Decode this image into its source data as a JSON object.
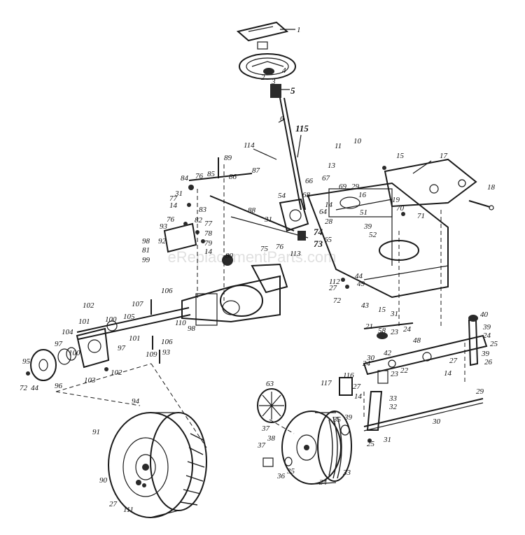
{
  "watermark": "eReplacementParts.com",
  "colors": {
    "ink": "#1a1a1a",
    "paper": "#ffffff",
    "watermark": "#c8c8c8"
  },
  "callouts": [
    {
      "id": "c1",
      "text": "1"
    },
    {
      "id": "c2",
      "text": "2"
    },
    {
      "id": "c3",
      "text": "3"
    },
    {
      "id": "c4",
      "text": "4"
    },
    {
      "id": "c5",
      "text": "5"
    },
    {
      "id": "c6",
      "text": "6"
    },
    {
      "id": "c115",
      "text": "115"
    },
    {
      "id": "c114",
      "text": "114"
    },
    {
      "id": "c11",
      "text": "11"
    },
    {
      "id": "c10",
      "text": "10"
    },
    {
      "id": "c15a",
      "text": "15"
    },
    {
      "id": "c17",
      "text": "17"
    },
    {
      "id": "c89",
      "text": "89"
    },
    {
      "id": "c84",
      "text": "84"
    },
    {
      "id": "c76a",
      "text": "76"
    },
    {
      "id": "c85",
      "text": "85"
    },
    {
      "id": "c86",
      "text": "86"
    },
    {
      "id": "c87",
      "text": "87"
    },
    {
      "id": "c13",
      "text": "13"
    },
    {
      "id": "c67",
      "text": "67"
    },
    {
      "id": "c69",
      "text": "69"
    },
    {
      "id": "c29a",
      "text": "29"
    },
    {
      "id": "c66",
      "text": "66"
    },
    {
      "id": "c16",
      "text": "16"
    },
    {
      "id": "c18",
      "text": "18"
    },
    {
      "id": "c19",
      "text": "19"
    },
    {
      "id": "c70",
      "text": "70"
    },
    {
      "id": "c71",
      "text": "71"
    },
    {
      "id": "c77a",
      "text": "77"
    },
    {
      "id": "c31a",
      "text": "31"
    },
    {
      "id": "c14a",
      "text": "14"
    },
    {
      "id": "c83",
      "text": "83"
    },
    {
      "id": "c88",
      "text": "88"
    },
    {
      "id": "c54",
      "text": "54"
    },
    {
      "id": "c68",
      "text": "68"
    },
    {
      "id": "c14b",
      "text": "14"
    },
    {
      "id": "c64",
      "text": "64"
    },
    {
      "id": "c51",
      "text": "51"
    },
    {
      "id": "c28",
      "text": "28"
    },
    {
      "id": "c76b",
      "text": "76"
    },
    {
      "id": "c82",
      "text": "82"
    },
    {
      "id": "c93a",
      "text": "93"
    },
    {
      "id": "c77b",
      "text": "77"
    },
    {
      "id": "c78",
      "text": "78"
    },
    {
      "id": "c31b",
      "text": "31"
    },
    {
      "id": "c74",
      "text": "74"
    },
    {
      "id": "c39a",
      "text": "39"
    },
    {
      "id": "c52",
      "text": "52"
    },
    {
      "id": "c98a",
      "text": "98"
    },
    {
      "id": "c92",
      "text": "92"
    },
    {
      "id": "c79",
      "text": "79"
    },
    {
      "id": "c81",
      "text": "81"
    },
    {
      "id": "c14c",
      "text": "14"
    },
    {
      "id": "c75",
      "text": "75"
    },
    {
      "id": "c76c",
      "text": "76"
    },
    {
      "id": "c113",
      "text": "113"
    },
    {
      "id": "c73",
      "text": "73"
    },
    {
      "id": "c65",
      "text": "65"
    },
    {
      "id": "c99",
      "text": "99"
    },
    {
      "id": "c80",
      "text": "80"
    },
    {
      "id": "c112",
      "text": "112"
    },
    {
      "id": "c44a",
      "text": "44"
    },
    {
      "id": "c27a",
      "text": "27"
    },
    {
      "id": "c49",
      "text": "49"
    },
    {
      "id": "c72a",
      "text": "72"
    },
    {
      "id": "c43",
      "text": "43"
    },
    {
      "id": "c106a",
      "text": "106"
    },
    {
      "id": "c107",
      "text": "107"
    },
    {
      "id": "c102a",
      "text": "102"
    },
    {
      "id": "c100a",
      "text": "100"
    },
    {
      "id": "c105",
      "text": "105"
    },
    {
      "id": "c110",
      "text": "110"
    },
    {
      "id": "c98b",
      "text": "98"
    },
    {
      "id": "c15b",
      "text": "15"
    },
    {
      "id": "c31c",
      "text": "31"
    },
    {
      "id": "c40",
      "text": "40"
    },
    {
      "id": "c101a",
      "text": "101"
    },
    {
      "id": "c21",
      "text": "21"
    },
    {
      "id": "c58",
      "text": "58"
    },
    {
      "id": "c23a",
      "text": "23"
    },
    {
      "id": "c39b",
      "text": "39"
    },
    {
      "id": "c24a",
      "text": "24"
    },
    {
      "id": "c48",
      "text": "48"
    },
    {
      "id": "c104",
      "text": "104"
    },
    {
      "id": "c97a",
      "text": "97"
    },
    {
      "id": "c101b",
      "text": "101"
    },
    {
      "id": "c106b",
      "text": "106"
    },
    {
      "id": "c24b",
      "text": "24"
    },
    {
      "id": "c25",
      "text": "25"
    },
    {
      "id": "c97b",
      "text": "97"
    },
    {
      "id": "c109",
      "text": "109"
    },
    {
      "id": "c93b",
      "text": "93"
    },
    {
      "id": "c30a",
      "text": "30"
    },
    {
      "id": "c24c",
      "text": "24"
    },
    {
      "id": "c42",
      "text": "42"
    },
    {
      "id": "c22",
      "text": "22"
    },
    {
      "id": "c23b",
      "text": "23"
    },
    {
      "id": "c27b",
      "text": "27"
    },
    {
      "id": "c39c",
      "text": "39"
    },
    {
      "id": "c95",
      "text": "95"
    },
    {
      "id": "c100b",
      "text": "100"
    },
    {
      "id": "c102b",
      "text": "102"
    },
    {
      "id": "c26",
      "text": "26"
    },
    {
      "id": "c72b",
      "text": "72"
    },
    {
      "id": "c44b",
      "text": "44"
    },
    {
      "id": "c103",
      "text": "103"
    },
    {
      "id": "c14d",
      "text": "14"
    },
    {
      "id": "c96",
      "text": "96"
    },
    {
      "id": "c117",
      "text": "117"
    },
    {
      "id": "c116",
      "text": "116"
    },
    {
      "id": "c27c",
      "text": "27"
    },
    {
      "id": "c63",
      "text": "63"
    },
    {
      "id": "c14e",
      "text": "14"
    },
    {
      "id": "c33a",
      "text": "33"
    },
    {
      "id": "c32",
      "text": "32"
    },
    {
      "id": "c29b",
      "text": "29"
    },
    {
      "id": "c94",
      "text": "94"
    },
    {
      "id": "c35a",
      "text": "35"
    },
    {
      "id": "c39d",
      "text": "39"
    },
    {
      "id": "c30b",
      "text": "30"
    },
    {
      "id": "c37a",
      "text": "37"
    },
    {
      "id": "c91",
      "text": "91"
    },
    {
      "id": "c25b",
      "text": "25"
    },
    {
      "id": "c31d",
      "text": "31"
    },
    {
      "id": "c37b",
      "text": "37"
    },
    {
      "id": "c38",
      "text": "38"
    },
    {
      "id": "c90",
      "text": "90"
    },
    {
      "id": "c36",
      "text": "36"
    },
    {
      "id": "c35b",
      "text": "35"
    },
    {
      "id": "c34",
      "text": "34"
    },
    {
      "id": "c33b",
      "text": "33"
    },
    {
      "id": "c27d",
      "text": "27"
    },
    {
      "id": "c111",
      "text": "111"
    }
  ]
}
